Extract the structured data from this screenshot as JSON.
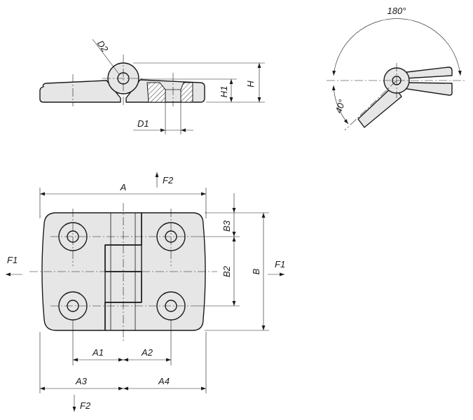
{
  "labels": {
    "A": "A",
    "B": "B",
    "B2": "B2",
    "B3": "B3",
    "H": "H",
    "H1": "H1",
    "D1": "D1",
    "D2": "D2",
    "A1": "A1",
    "A2": "A2",
    "A3": "A3",
    "A4": "A4",
    "F1_left": "F1",
    "F1_right": "F1",
    "F2_top": "F2",
    "F2_bottom": "F2",
    "angle_180": "180°",
    "angle_40": "40°"
  }
}
